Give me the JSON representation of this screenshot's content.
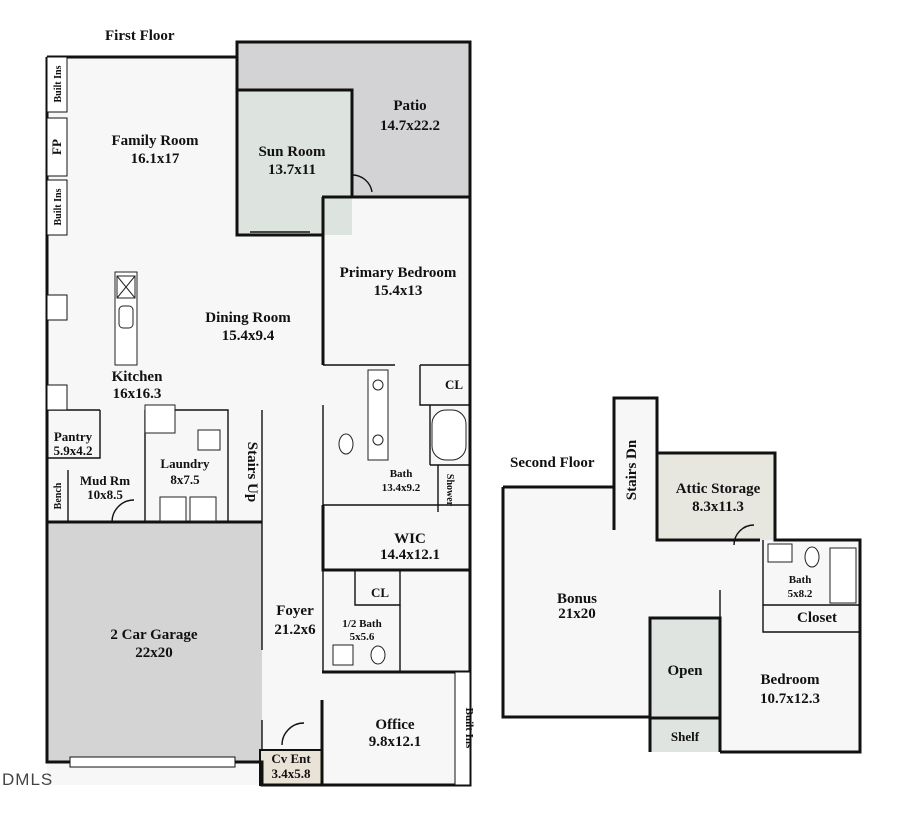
{
  "floors": {
    "first": {
      "title": "First Floor",
      "rooms": {
        "family_room": {
          "name": "Family Room",
          "dims": "16.1x17"
        },
        "patio": {
          "name": "Patio",
          "dims": "14.7x22.2"
        },
        "sun_room": {
          "name": "Sun Room",
          "dims": "13.7x11"
        },
        "primary_bedroom": {
          "name": "Primary Bedroom",
          "dims": "15.4x13"
        },
        "dining_room": {
          "name": "Dining Room",
          "dims": "15.4x9.4"
        },
        "kitchen": {
          "name": "Kitchen",
          "dims": "16x16.3"
        },
        "pantry": {
          "name": "Pantry",
          "dims": "5.9x4.2"
        },
        "laundry": {
          "name": "Laundry",
          "dims": "8x7.5"
        },
        "mud_room": {
          "name": "Mud Rm",
          "dims": "10x8.5"
        },
        "bath": {
          "name": "Bath",
          "dims": "13.4x9.2"
        },
        "wic": {
          "name": "WIC",
          "dims": "14.4x12.1"
        },
        "half_bath": {
          "name": "1/2 Bath",
          "dims": "5x5.6"
        },
        "foyer": {
          "name": "Foyer",
          "dims": "21.2x6"
        },
        "garage": {
          "name": "2 Car Garage",
          "dims": "22x20"
        },
        "office": {
          "name": "Office",
          "dims": "9.8x12.1"
        },
        "cv_ent": {
          "name": "Cv Ent",
          "dims": "3.4x5.8"
        }
      },
      "labels": {
        "built_ins_1": "Built Ins",
        "fp": "FP",
        "built_ins_2": "Built Ins",
        "built_ins_3": "Built Ins",
        "stairs_up": "Stairs Up",
        "bench": "Bench",
        "shower": "Shower",
        "cl_1": "CL",
        "cl_2": "CL"
      }
    },
    "second": {
      "title": "Second Floor",
      "rooms": {
        "attic": {
          "name": "Attic Storage",
          "dims": "8.3x11.3"
        },
        "bonus": {
          "name": "Bonus",
          "dims": "21x20"
        },
        "bath": {
          "name": "Bath",
          "dims": "5x8.2"
        },
        "bedroom": {
          "name": "Bedroom",
          "dims": "10.7x12.3"
        }
      },
      "labels": {
        "stairs_dn": "Stairs Dn",
        "closet": "Closet",
        "open": "Open",
        "shelf": "Shelf"
      }
    }
  },
  "watermark": "DMLS",
  "colors": {
    "wall": "#111111",
    "patio_fill": "#d3d3d6",
    "sunroom_fill": "#dde3de",
    "garage_fill": "#d4d4d4",
    "attic_fill": "#e7e7e0",
    "open_fill": "#dfe4e0",
    "floor_fill": "#f7f7f7",
    "cvent_fill": "#e9e2d6"
  }
}
